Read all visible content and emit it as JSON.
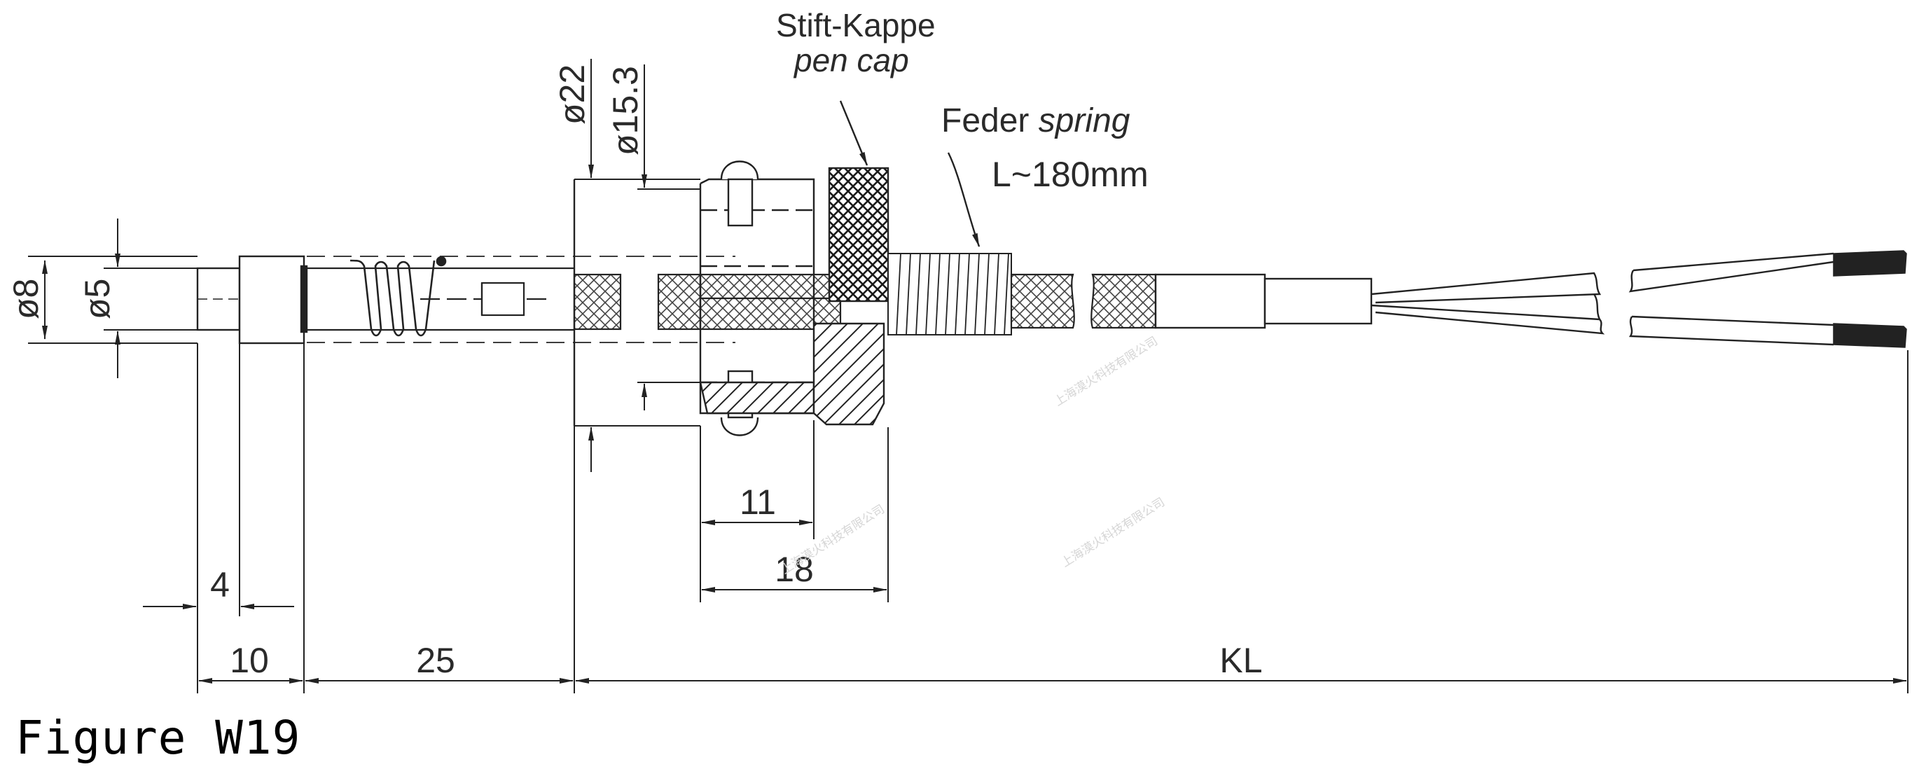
{
  "figure_caption": "Figure W19",
  "callouts": {
    "pen_cap_de": "Stift-Kappe",
    "pen_cap_en": "pen cap",
    "spring_de": "Feder",
    "spring_en": "spring",
    "spring_length": "L~180mm"
  },
  "dimensions": {
    "d8": "ø8",
    "d5": "ø5",
    "d22": "ø22",
    "d15_3": "ø15.3",
    "len_11": "11",
    "len_18": "18",
    "len_4": "4",
    "len_10": "10",
    "len_25": "25",
    "len_kl": "KL"
  },
  "watermark": "上海漠火科技有限公司"
}
